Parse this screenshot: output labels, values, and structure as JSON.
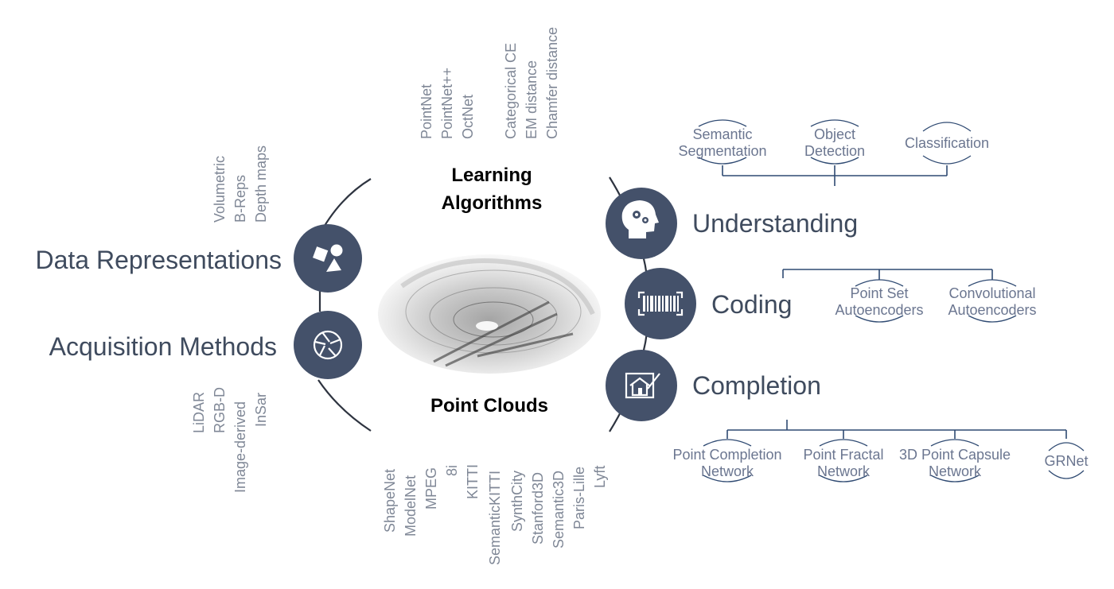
{
  "center": {
    "learning_title_line1": "Learning",
    "learning_title_line2": "Algorithms",
    "pointclouds_title": "Point Clouds"
  },
  "left": {
    "data_representations": "Data Representations",
    "acquisition_methods": "Acquisition Methods",
    "representation_items": [
      "Volumetric",
      "B-Reps",
      "Depth maps"
    ],
    "acquisition_items": [
      "LiDAR",
      "RGB-D",
      "Image-derived",
      "InSar"
    ]
  },
  "top_items": {
    "networks": [
      "PointNet",
      "PointNet++",
      "OctNet"
    ],
    "losses": [
      "Categorical CE",
      "EM distance",
      "Chamfer distance"
    ]
  },
  "bottom_datasets": [
    "ShapeNet",
    "ModelNet",
    "MPEG",
    "8i",
    "KITTI",
    "SemanticKITTI",
    "SynthCity",
    "Stanford3D",
    "Semantic3D",
    "Paris-Lille",
    "Lyft"
  ],
  "right": {
    "understanding": {
      "title": "Understanding",
      "subtasks": [
        {
          "line1": "Semantic",
          "line2": "Segmentation"
        },
        {
          "line1": "Object",
          "line2": "Detection"
        },
        {
          "line1": "Classification",
          "line2": ""
        }
      ]
    },
    "coding": {
      "title": "Coding",
      "subtasks": [
        {
          "line1": "Point Set",
          "line2": "Autoencoders"
        },
        {
          "line1": "Convolutional",
          "line2": "Autoencoders"
        }
      ]
    },
    "completion": {
      "title": "Completion",
      "subtasks": [
        {
          "line1": "Point Completion",
          "line2": "Network"
        },
        {
          "line1": "Point Fractal",
          "line2": "Network"
        },
        {
          "line1": "3D Point Capsule",
          "line2": "Network"
        },
        {
          "line1": "GRNet",
          "line2": ""
        }
      ]
    }
  },
  "colors": {
    "badge": "#44516a",
    "main_text": "#3f4b5e",
    "grey_text": "#7f8796",
    "branch_line": "#2f4a72"
  },
  "icons": {
    "data_representations": "shapes-icon",
    "acquisition_methods": "camera-aperture-icon",
    "understanding": "head-gears-icon",
    "coding": "barcode-icon",
    "completion": "blueprint-house-icon"
  }
}
